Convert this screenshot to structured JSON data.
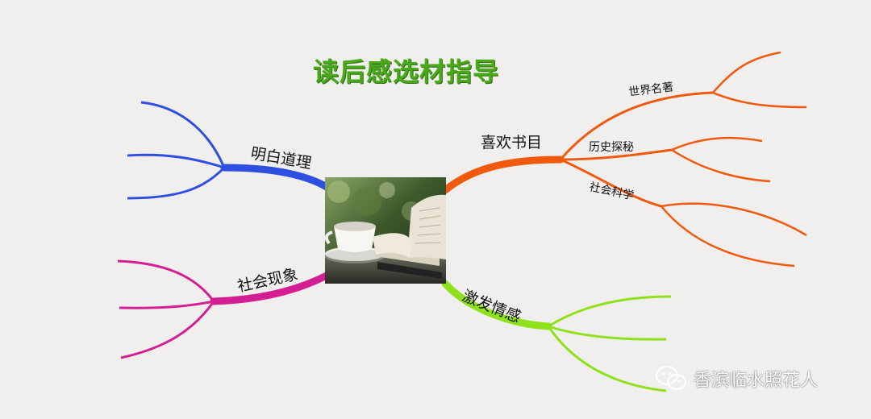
{
  "title": "读后感选材指导",
  "center": {
    "image": "coffee-cup-and-open-book-photo"
  },
  "branches": [
    {
      "name": "branch-mingbai",
      "label": "明白道理",
      "color": "#2f4fe0"
    },
    {
      "name": "branch-shehui-xianxiang",
      "label": "社会现象",
      "color": "#d41f93"
    },
    {
      "name": "branch-xihuan",
      "label": "喜欢书目",
      "color": "#f05a0f",
      "children": [
        "世界名著",
        "历史探秘",
        "社会科学"
      ]
    },
    {
      "name": "branch-jifa",
      "label": "激发情感",
      "color": "#8fe11c"
    }
  ],
  "watermark": {
    "icon": "wechat-icon",
    "text": "香滨临水照花人"
  }
}
